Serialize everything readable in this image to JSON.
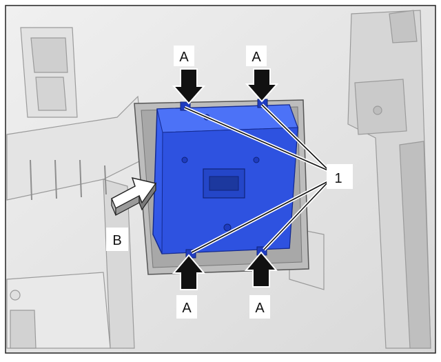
{
  "callouts": {
    "a_top_left": "A",
    "a_top_right": "A",
    "a_bottom_left": "A",
    "a_bottom_right": "A",
    "b": "B",
    "one": "1"
  },
  "colors": {
    "module": "#2f55e8",
    "module_dark": "#1f3cc0",
    "panel": "#e6e6e6",
    "arrow": "#111111"
  }
}
